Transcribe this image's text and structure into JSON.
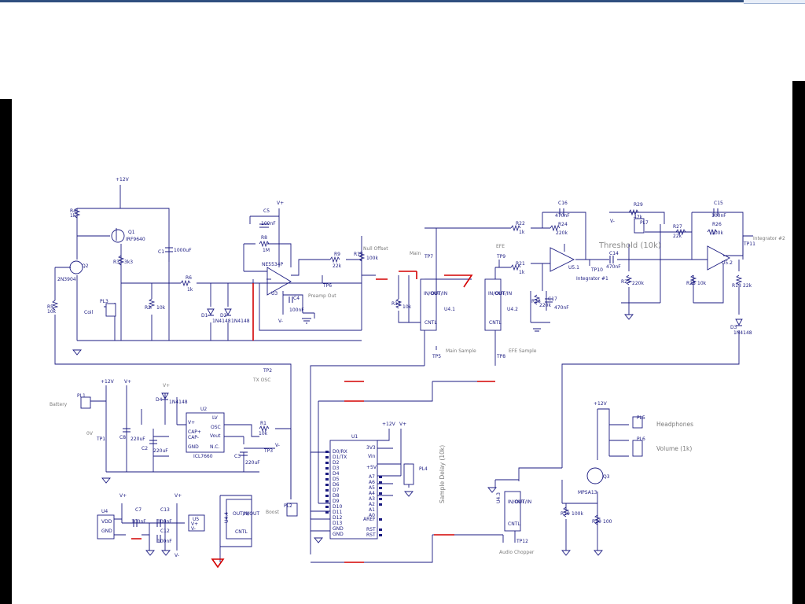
{
  "colors": {
    "wire": "#1a1a80",
    "highlight": "#d40000",
    "frame": "#000000"
  },
  "labels": {
    "v12_top": "+12V",
    "q1_name": "Q1",
    "q1_part": "IRF9640",
    "r4": "R4",
    "r4_val": "1k",
    "q2_name": "Q2",
    "q2_part": "2N3904",
    "r5": "R5",
    "r5_val": "10k",
    "r3": "R3",
    "r3_val": "3k3",
    "c1": "C1",
    "c1_val": "1000uF",
    "pl3": "PL3",
    "coil": "Coil",
    "r2": "R2",
    "r2_val": "10k",
    "r6": "R6",
    "r6_val": "1k",
    "d1": "D1",
    "d1_val": "1N4148",
    "d2": "D2",
    "d2_val": "1N4148",
    "vplus": "V+",
    "vminus": "V-",
    "c5": "C5",
    "c5_val": "100nF",
    "r8": "R8",
    "r8_val": "1M",
    "u3_part": "NE5534P",
    "u3": "U3",
    "c4": "C4",
    "c4_val": "100nF",
    "r9": "R9",
    "r9_val": "22k",
    "r12": "R12",
    "r12_val": "100k",
    "null_offset": "Null Offset",
    "tp6": "TP6",
    "preamp_out": "Preamp Out",
    "main": "Main",
    "tp7": "TP7",
    "efe": "EFE",
    "tp9": "TP9",
    "r13": "R13",
    "r13_val": "10k",
    "u41": "U4.1",
    "u42": "U4.2",
    "in_out": "IN/OUT",
    "out_in": "OUT/IN",
    "cntl": "CNTL",
    "tp5": "TP5",
    "main_sample": "Main Sample",
    "tp8": "TP8",
    "efe_sample": "EFE Sample",
    "c16": "C16",
    "c16_val": "470nF",
    "r22": "R22",
    "r22_val": "1k",
    "r24": "R24",
    "r24_val": "220k",
    "r21": "R21",
    "r21_val": "1k",
    "r23": "R23",
    "r23_val": "220k",
    "c17": "C17",
    "c17_val": "470nF",
    "u51": "U5.1",
    "integrator1": "Integrator #1",
    "tp10": "TP10",
    "c14": "C14",
    "c14_val": "470nF",
    "r25": "R25",
    "r25_val": "220k",
    "r29": "R29",
    "r29_val": "47k",
    "pl7": "PL7",
    "threshold": "Threshold (10k)",
    "r27": "R27",
    "r27_val": "22k",
    "c15": "C15",
    "c15_val": "100nF",
    "r26": "R26",
    "r26_val": "100k",
    "r28": "R28",
    "r28_val": "10k",
    "tp11": "TP11",
    "integrator2": "Integrator #2",
    "u52": "U5.2",
    "r18": "R18",
    "r18_val": "22k",
    "d3": "D3",
    "d3_val": "1N4148",
    "tp2": "TP2",
    "tx_osc": "TX OSC",
    "pl1": "PL1",
    "battery": "Battery",
    "v12_mid": "+12V",
    "d4": "D4",
    "d4_val": "1N4148",
    "u2": "U2",
    "u2_part": "ICL7660",
    "c8": "C8",
    "c8_val": "220uF",
    "c2": "C2",
    "c2_val": "220uF",
    "c3": "C3",
    "c3_val": "220uF",
    "tp1": "TP1",
    "zero_v": "0V",
    "r1": "R1",
    "r1_val": "10k",
    "tp3": "TP3",
    "pin_vplus": "V+",
    "pin_cap_p": "CAP+",
    "pin_cap_m": "CAP-",
    "pin_gnd": "GND",
    "pin_lv": "LV",
    "pin_osc": "OSC",
    "pin_vout": "Vout",
    "pin_nc": "N.C.",
    "u1": "U1",
    "v12_u1": "+12V",
    "pl4": "PL4",
    "sample_delay": "Sample Delay (10k)",
    "pl2": "PL2",
    "boost": "Boost",
    "u1_left": [
      "D0/RX",
      "D1/TX",
      "D2",
      "D3",
      "D4",
      "D5",
      "D6",
      "D7",
      "D8",
      "D9",
      "D10",
      "D11",
      "D12",
      "D13",
      "GND",
      "GND"
    ],
    "u1_right": [
      "3V3",
      "Vin",
      "+5V",
      "A7",
      "A6",
      "A5",
      "A4",
      "A3",
      "A2",
      "A1",
      "A0",
      "AREF",
      "RST",
      "RST"
    ],
    "c7": "C7",
    "c7_val": "100nF",
    "c13": "C13",
    "c13_val": "100nF",
    "c12": "C12",
    "c12_val": "100nF",
    "u4": "U4",
    "u5": "U5",
    "vdd": "VDD",
    "gnd": "GND",
    "u44": "U4.4",
    "pl5": "PL5",
    "headphones": "Headphones",
    "pl6": "PL6",
    "volume": "Volume (1k)",
    "q3": "Q3",
    "q3_part": "MPSA13",
    "r19": "R19",
    "r19_val": "100k",
    "r20": "R20",
    "r20_val": "100",
    "u43": "U4.3",
    "tp12": "TP12",
    "audio_chopper": "Audio Chopper",
    "v12_q3": "+12V"
  }
}
